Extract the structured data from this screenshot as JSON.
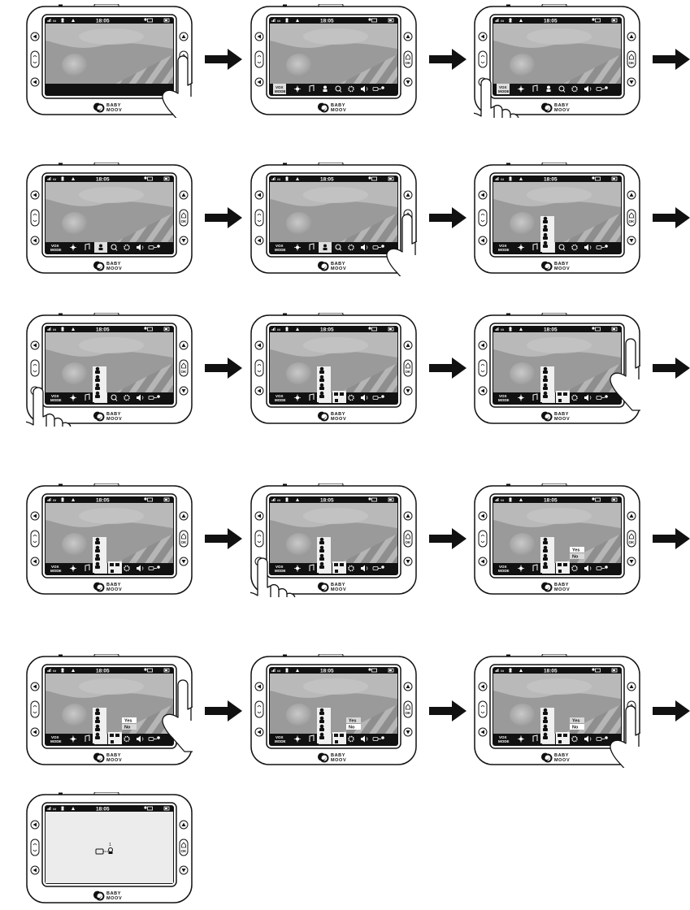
{
  "brand": {
    "line1": "BABY",
    "line2": "MOOV"
  },
  "status": {
    "time": "18:05",
    "signal_mode": "∞"
  },
  "device_buttons": {
    "ok": "OK"
  },
  "menu": {
    "vox_line1": "VOX",
    "vox_line2": "MODE"
  },
  "dialog": {
    "yes": "Yes",
    "no": "No"
  },
  "pairing_screen": {
    "number": "1"
  },
  "steps": [
    {
      "menu_sel": -1,
      "hand": "ok"
    },
    {
      "menu_sel": 0,
      "hand": null
    },
    {
      "menu_sel": 0,
      "hand": "left-bottom"
    },
    {
      "menu_sel": 3,
      "hand": null
    },
    {
      "menu_sel": 3,
      "hand": "ok"
    },
    {
      "menu_sel": 3,
      "hand": null,
      "submenu": "list"
    },
    {
      "menu_sel": 3,
      "hand": "left-bottom",
      "submenu": "list"
    },
    {
      "menu_sel": 3,
      "hand": null,
      "submenu": "row"
    },
    {
      "menu_sel": 3,
      "hand": "up",
      "submenu": "row"
    },
    {
      "menu_sel": 3,
      "hand": null,
      "submenu": "row2"
    },
    {
      "menu_sel": 3,
      "hand": "left-bottom",
      "submenu": "row2"
    },
    {
      "menu_sel": 3,
      "hand": null,
      "submenu": "yesno"
    },
    {
      "menu_sel": 3,
      "hand": "up",
      "submenu": "yesno"
    },
    {
      "menu_sel": 3,
      "hand": null,
      "submenu": "yesno2"
    },
    {
      "menu_sel": 3,
      "hand": "ok",
      "submenu": "yesno2"
    },
    {
      "menu_sel": -1,
      "hand": null,
      "screen": "pairing"
    }
  ]
}
